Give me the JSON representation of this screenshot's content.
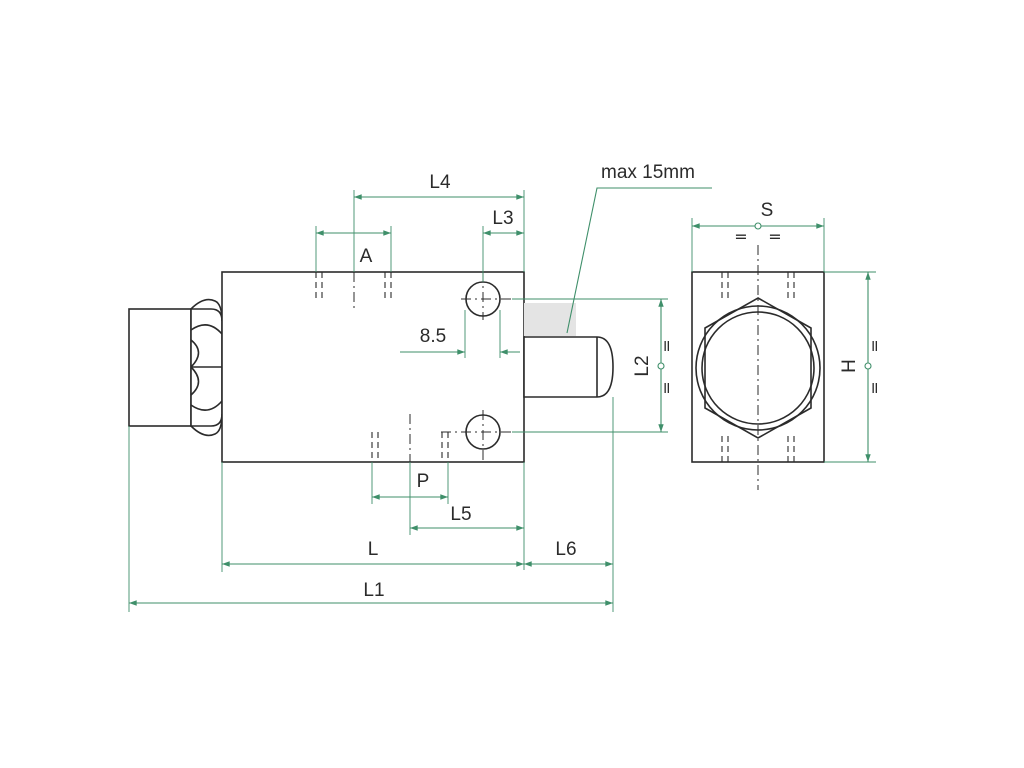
{
  "labels": {
    "l4": "L4",
    "l3": "L3",
    "a": "A",
    "d85": "8.5",
    "max": "max 15mm",
    "l2": "L2",
    "s": "S",
    "h": "H",
    "p": "P",
    "l5": "L5",
    "l": "L",
    "l6": "L6",
    "l1": "L1",
    "eq": "="
  },
  "colors": {
    "dimension": "#3f8f6a",
    "outline": "#2b2b2b"
  }
}
